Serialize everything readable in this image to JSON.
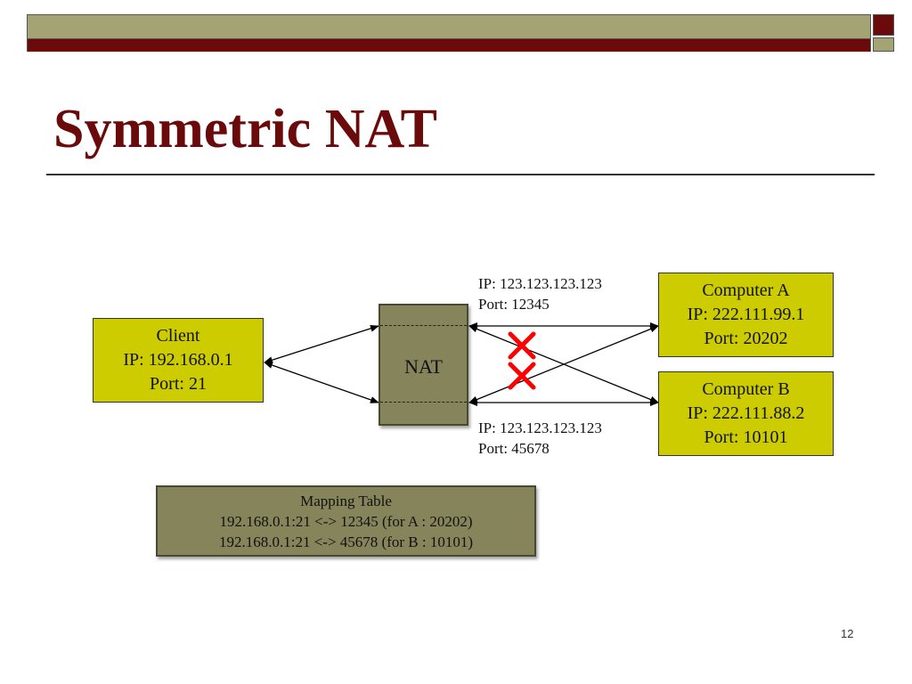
{
  "slide": {
    "title": "Symmetric NAT",
    "page_number": "12"
  },
  "client": {
    "name": "Client",
    "ip": "IP: 192.168.0.1",
    "port": "Port: 21"
  },
  "nat": {
    "label": "NAT",
    "top_mapping": {
      "ip": "IP: 123.123.123.123",
      "port": "Port: 12345"
    },
    "bottom_mapping": {
      "ip": "IP: 123.123.123.123",
      "port": "Port: 45678"
    }
  },
  "computer_a": {
    "name": "Computer A",
    "ip": "IP: 222.111.99.1",
    "port": "Port: 20202"
  },
  "computer_b": {
    "name": "Computer B",
    "ip": "IP: 222.111.88.2",
    "port": "Port: 10101"
  },
  "mapping_table": {
    "title": "Mapping Table",
    "rows": [
      "192.168.0.1:21 <-> 12345 (for A : 20202)",
      "192.168.0.1:21 <-> 45678 (for B : 10101)"
    ]
  },
  "colors": {
    "title": "#6b0a0a",
    "host_box": "#cccc00",
    "nat_box": "#86845a",
    "blocked_mark": "#ff0000"
  },
  "icons": [
    "blocked-x-icon"
  ]
}
